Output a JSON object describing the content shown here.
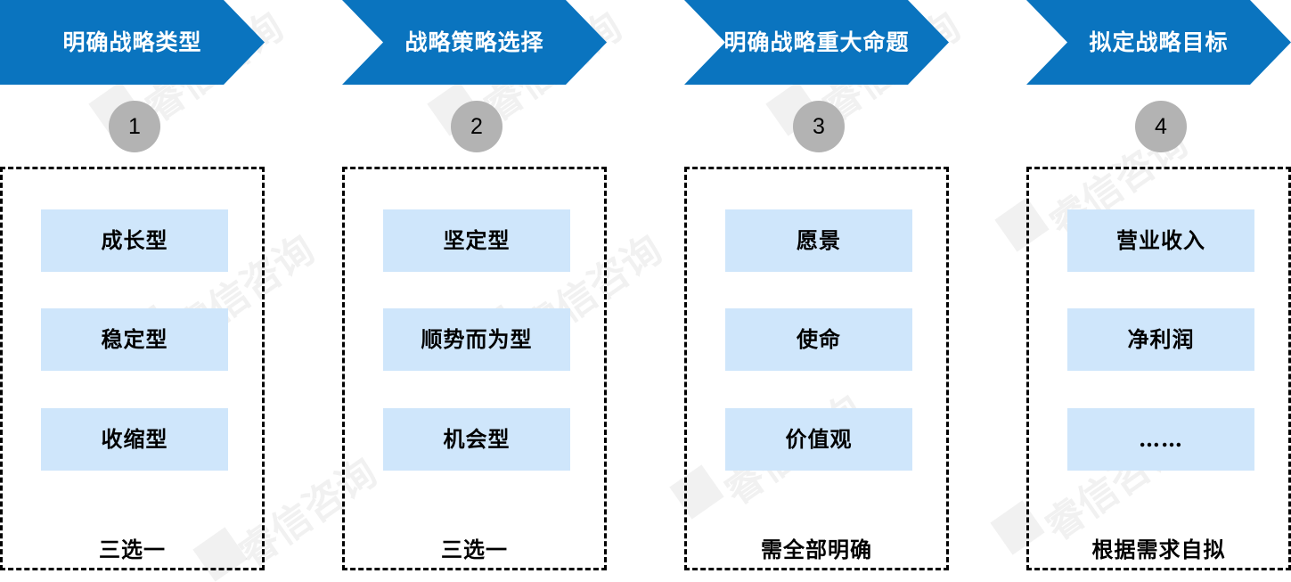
{
  "colors": {
    "chevron": "#0a74bf",
    "item_fill": "#cfe6fb",
    "circle": "#b3b3b3",
    "border": "#000000"
  },
  "steps": [
    {
      "title": "明确战略类型",
      "number": "1",
      "items": [
        "成长型",
        "稳定型",
        "收缩型"
      ],
      "footer": "三选一"
    },
    {
      "title": "战略策略选择",
      "number": "2",
      "items": [
        "坚定型",
        "顺势而为型",
        "机会型"
      ],
      "footer": "三选一"
    },
    {
      "title": "明确战略重大命题",
      "number": "3",
      "items": [
        "愿景",
        "使命",
        "价值观"
      ],
      "footer": "需全部明确"
    },
    {
      "title": "拟定战略目标",
      "number": "4",
      "items": [
        "营业收入",
        "净利润",
        "……"
      ],
      "footer": "根据需求自拟"
    }
  ],
  "watermark": {
    "text": "睿信咨询"
  }
}
